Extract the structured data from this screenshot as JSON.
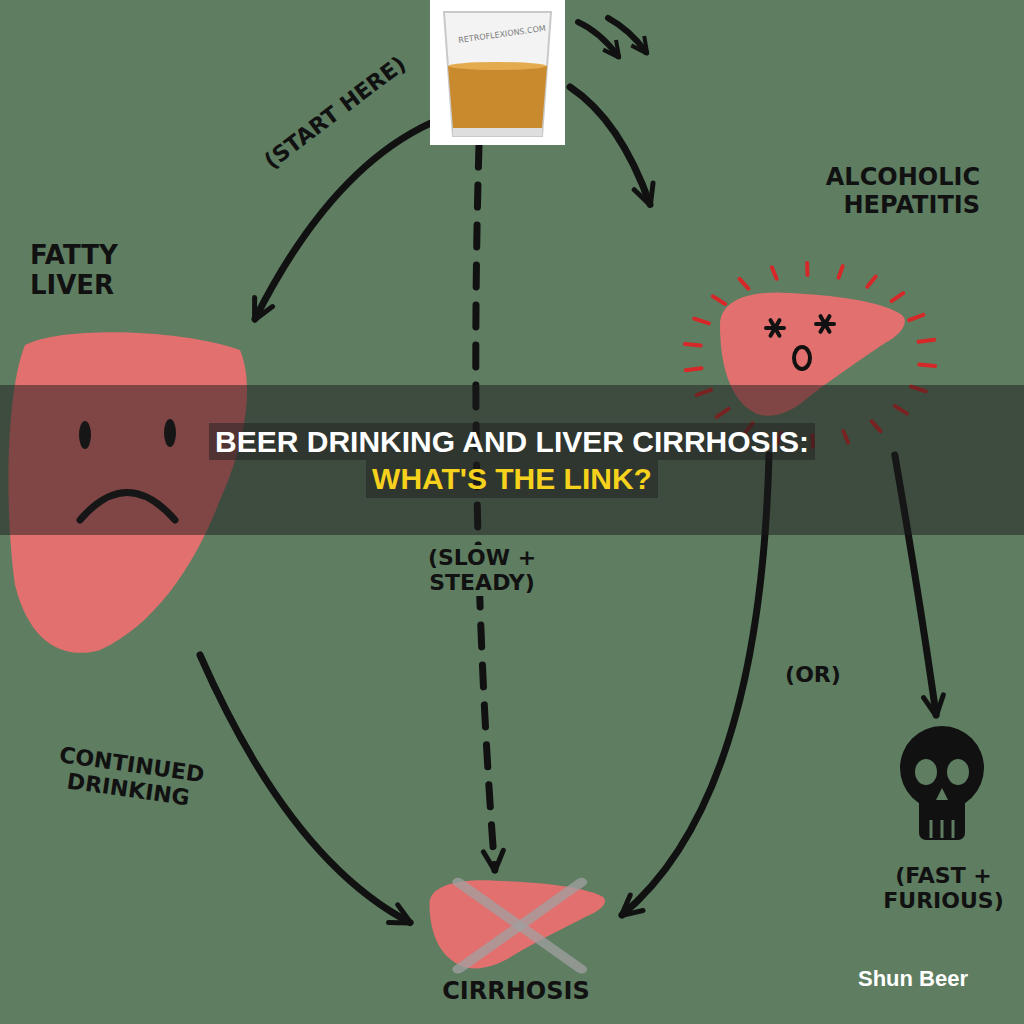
{
  "diagram": {
    "title": "BEER DRINKING AND LIVER CIRRHOSIS:",
    "nodes": [
      {
        "text": [
          "RETROFLEXIONS.COM"
        ]
      },
      {
        "text": [
          "FATTY LIVER"
        ]
      },
      {
        "text": [
          "ALCOHOLIC HEPATITIS"
        ]
      },
      {
        "text": [
          "CIRRHOSIS"
        ]
      },
      {
        "text": [
          "(FAST + FURIOUS)"
        ]
      }
    ],
    "edges": [
      {
        "from": 0,
        "to": 1,
        "arrow": "to",
        "label": "(START HERE)"
      },
      {
        "from": 0,
        "to": 3,
        "arrow": "to",
        "label": "(SLOW + STEADY)"
      },
      {
        "from": 0,
        "to": 2,
        "arrow": "to"
      },
      {
        "from": 1,
        "to": 3,
        "arrow": "to",
        "label": "CONTINUED DRINKING"
      },
      {
        "from": 2,
        "to": 3,
        "arrow": "to"
      },
      {
        "from": 2,
        "to": 4,
        "arrow": "to"
      }
    ],
    "labels": [
      "WHAT'S THE LINK?",
      "(OR)",
      "Shun Beer"
    ]
  }
}
